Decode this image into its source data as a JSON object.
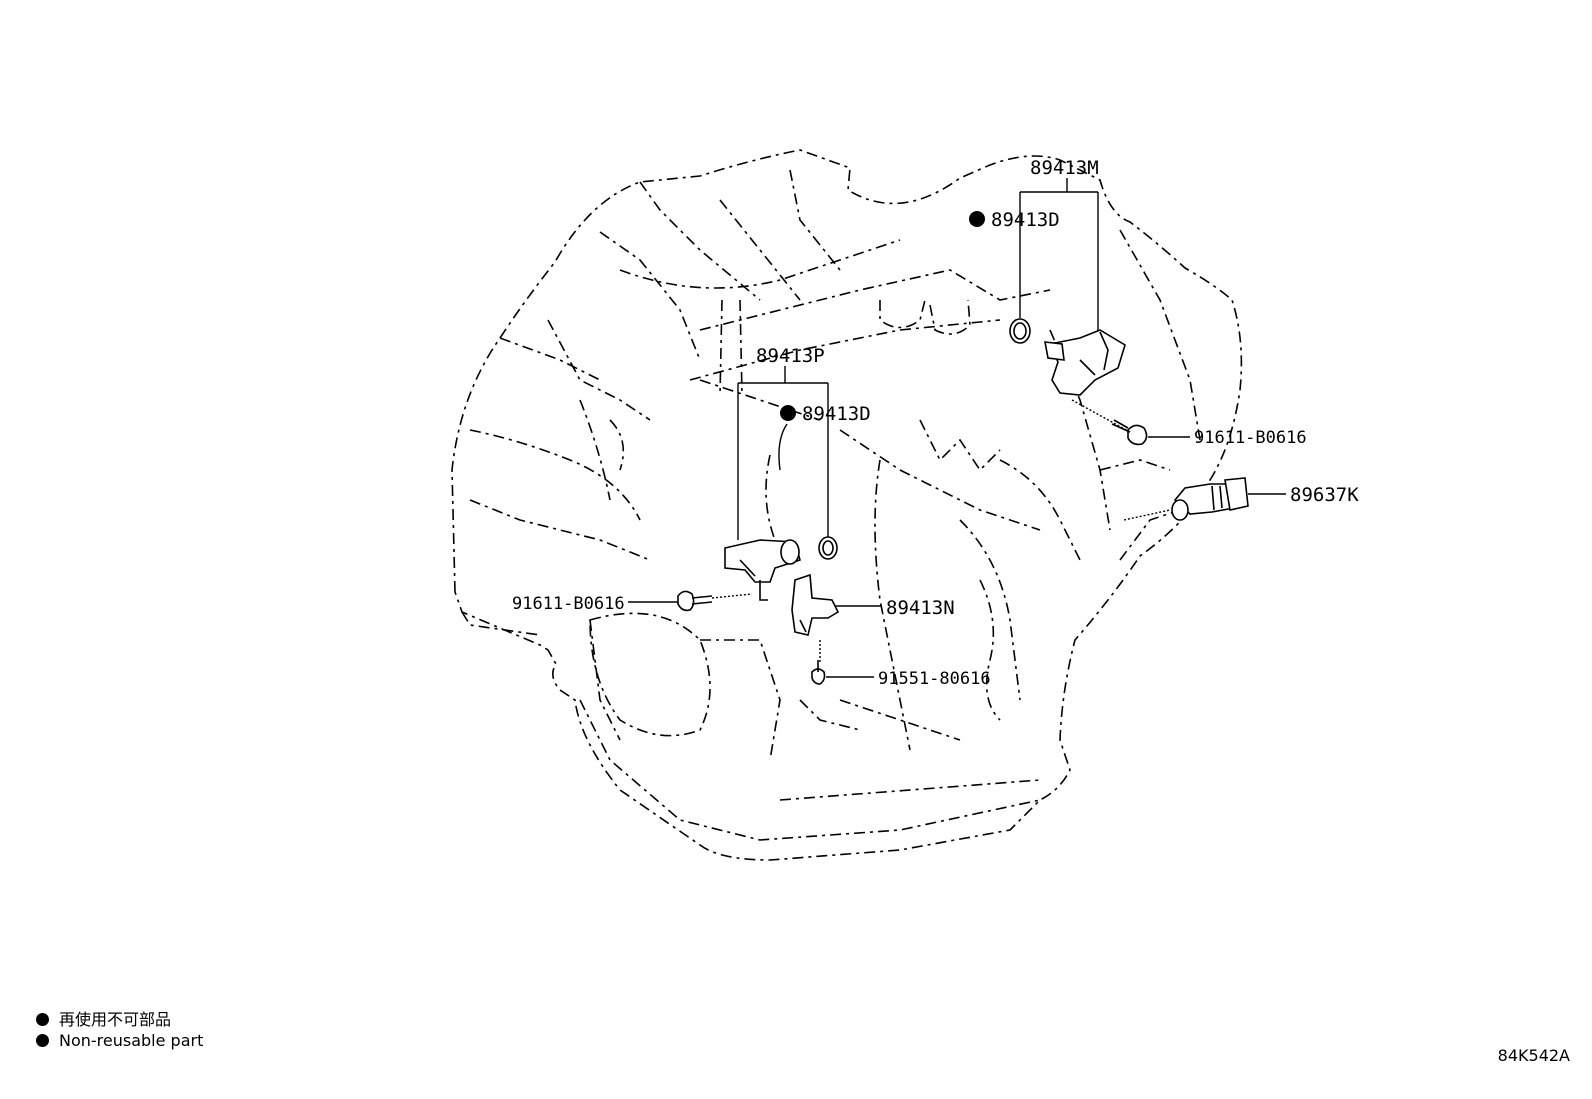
{
  "callouts": {
    "p89413M": "89413M",
    "p89413D_top": "89413D",
    "p89413P": "89413P",
    "p89413D_mid": "89413D",
    "p91611_right": "91611-B0616",
    "p89637K": "89637K",
    "p91611_left": "91611-B0616",
    "p89413N": "89413N",
    "p91551": "91551-80616"
  },
  "legend": {
    "japanese": "再使用不可部品",
    "english": "Non-reusable part"
  },
  "figure_code": "84K542A",
  "colors": {
    "ink": "#000000",
    "background": "#ffffff"
  }
}
